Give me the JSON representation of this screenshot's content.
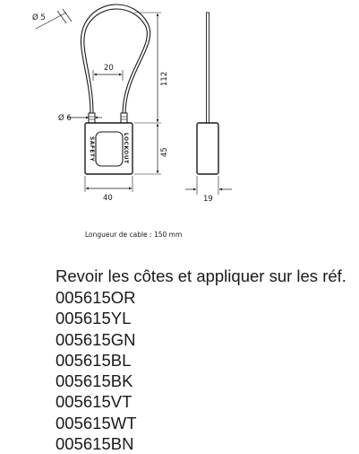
{
  "diagram": {
    "front_view": {
      "dim_cable_diameter": "Ø 5",
      "dim_inner_width": "20",
      "dim_shackle_diameter": "Ø 6",
      "dim_cable_height": "112",
      "dim_body_height": "45",
      "dim_body_width": "40",
      "body_label_left": "SAFETY",
      "body_label_right": "LOCKOUT"
    },
    "side_view": {
      "dim_body_depth": "19"
    },
    "caption": "Longueur de cable : 150 mm"
  },
  "note": {
    "instruction": "Revoir les côtes et appliquer sur les réf.",
    "references": [
      "005615OR",
      "005615YL",
      "005615GN",
      "005615BL",
      "005615BK",
      "005615VT",
      "005615WT",
      "005615BN"
    ]
  }
}
